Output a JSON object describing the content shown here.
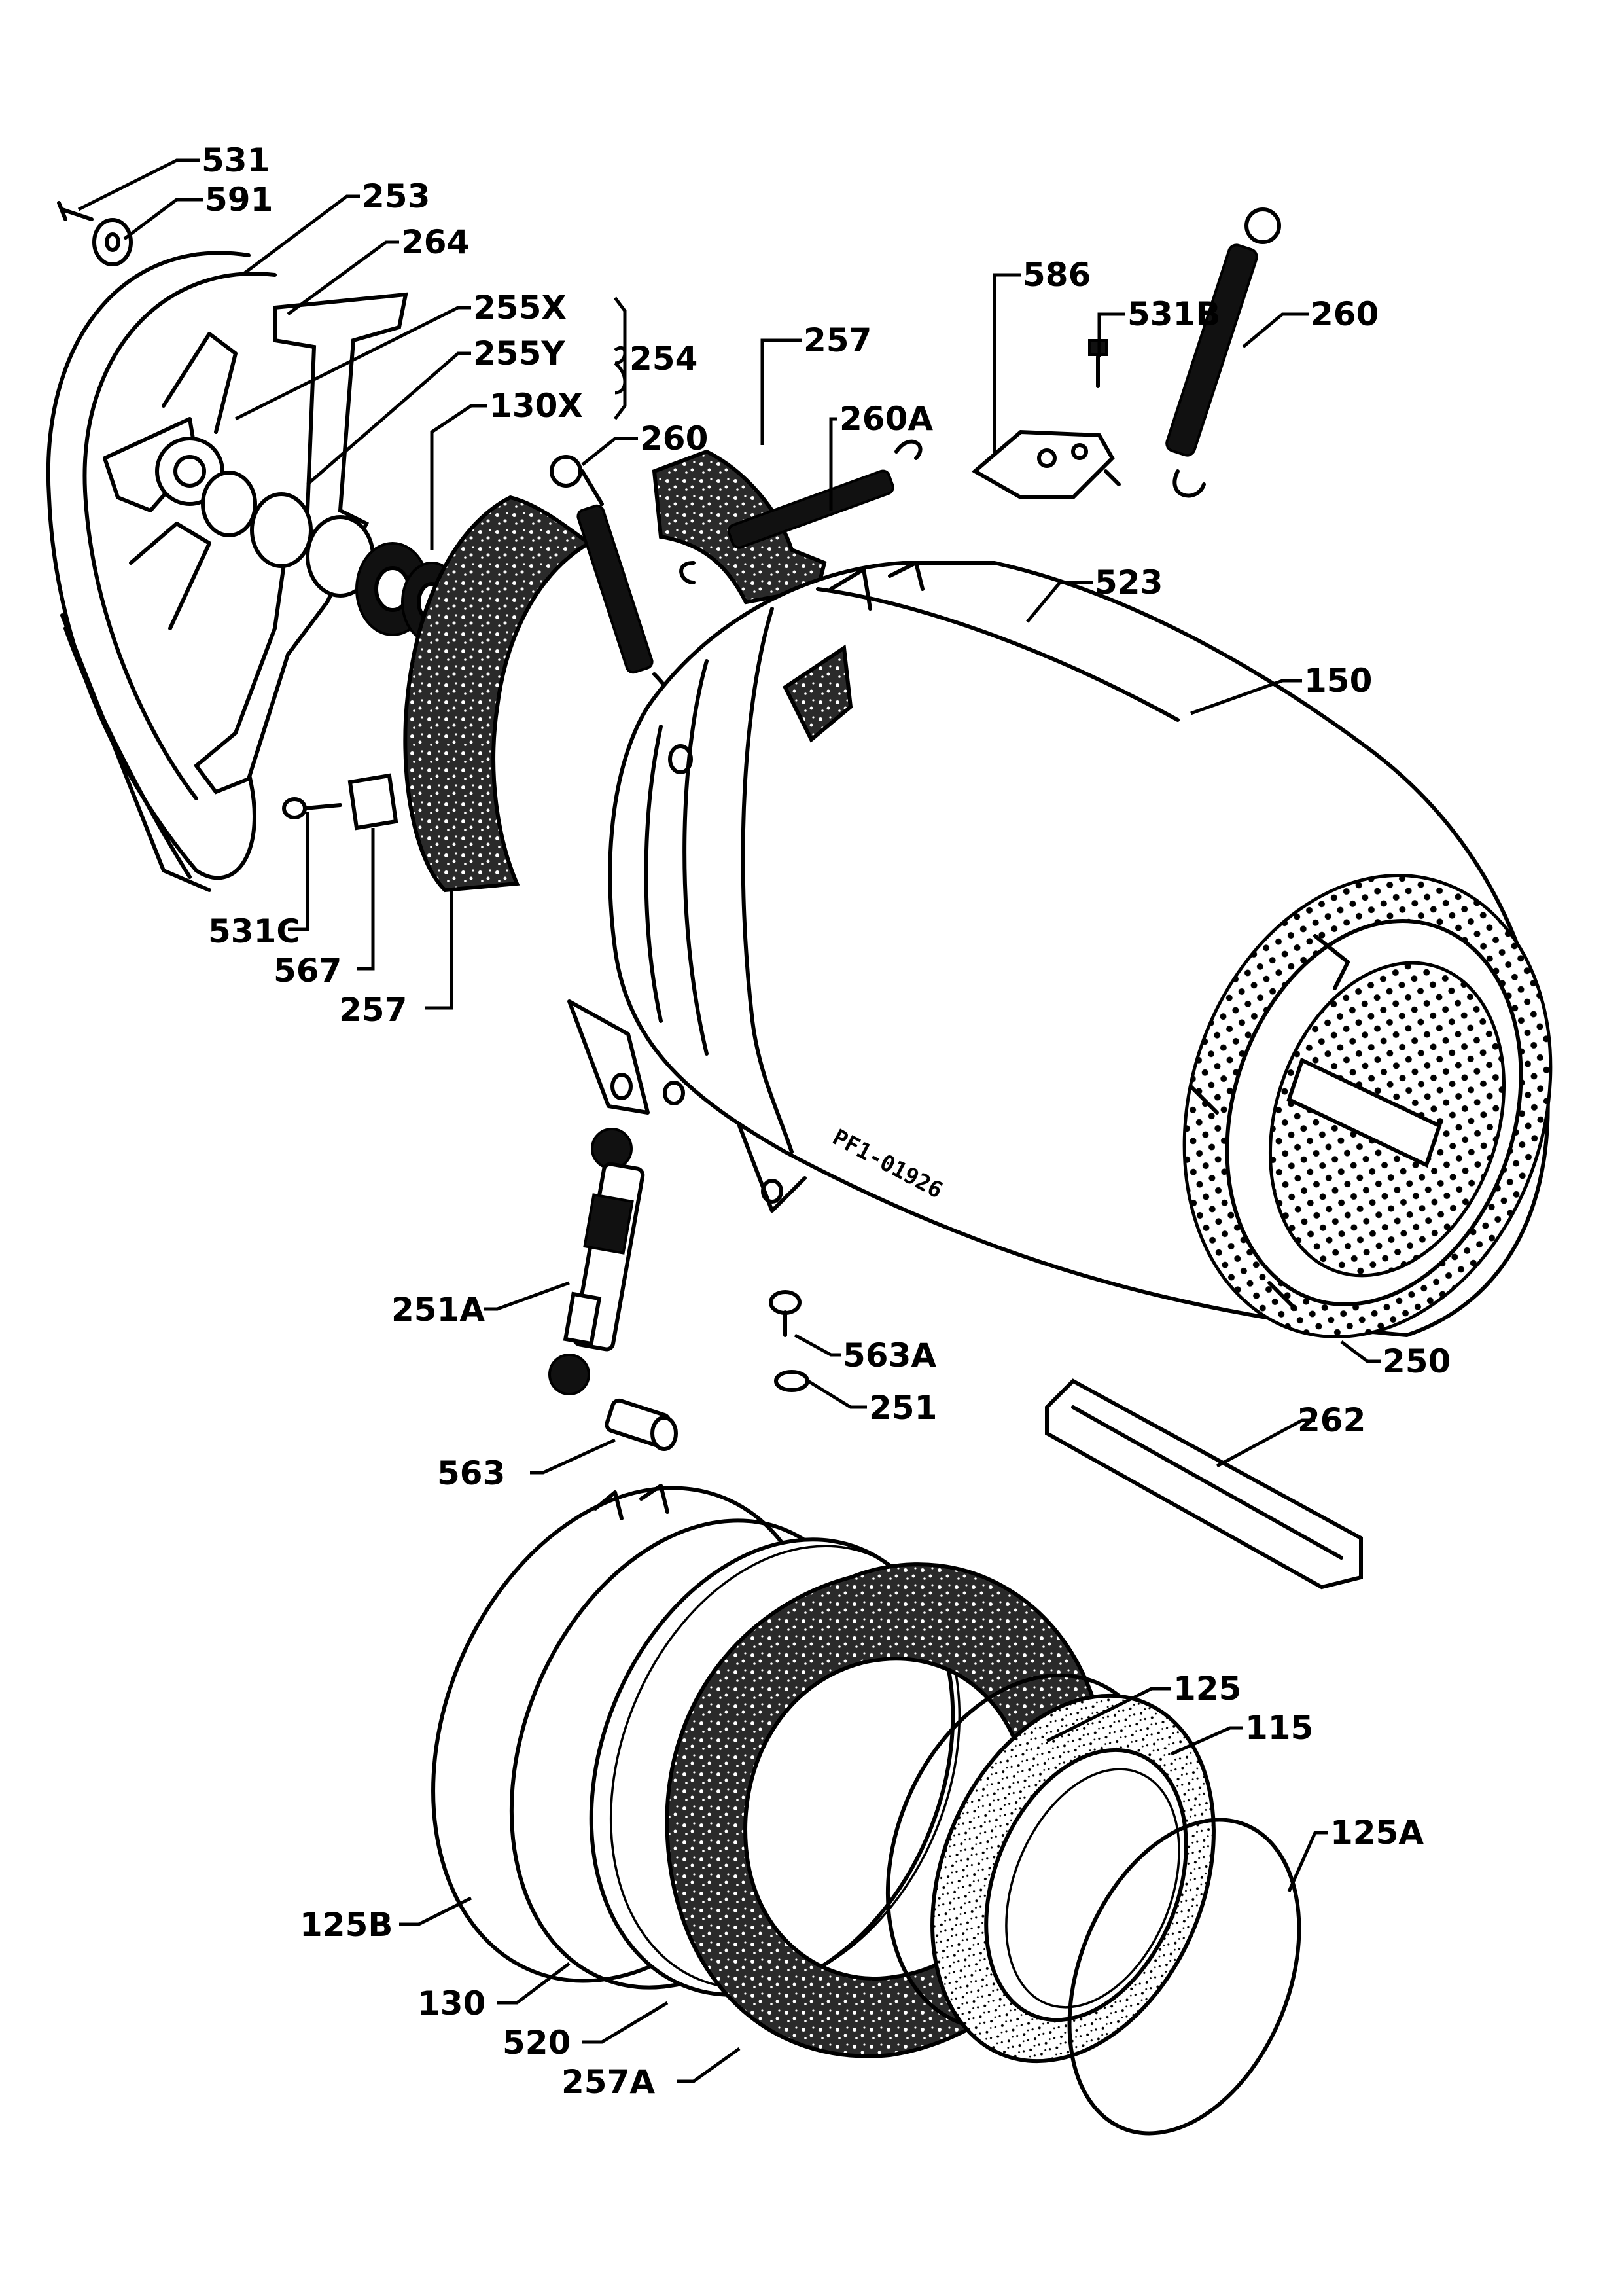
{
  "drawing_code": "PF1-01926",
  "callouts": {
    "p531": "531",
    "p591": "591",
    "p253": "253",
    "p264": "264",
    "p255x": "255X",
    "p255y": "255Y",
    "p254": "254",
    "p130x": "130X",
    "p260_left": "260",
    "p257_top": "257",
    "p260a": "260A",
    "p586": "586",
    "p531b": "531B",
    "p260_right": "260",
    "p523": "523",
    "p150": "150",
    "p531c": "531C",
    "p567": "567",
    "p257_left": "257",
    "p251a": "251A",
    "p563a": "563A",
    "p251": "251",
    "p250": "250",
    "p262": "262",
    "p563": "563",
    "p125": "125",
    "p115": "115",
    "p125a": "125A",
    "p125b": "125B",
    "p130": "130",
    "p520": "520",
    "p257a": "257A"
  }
}
